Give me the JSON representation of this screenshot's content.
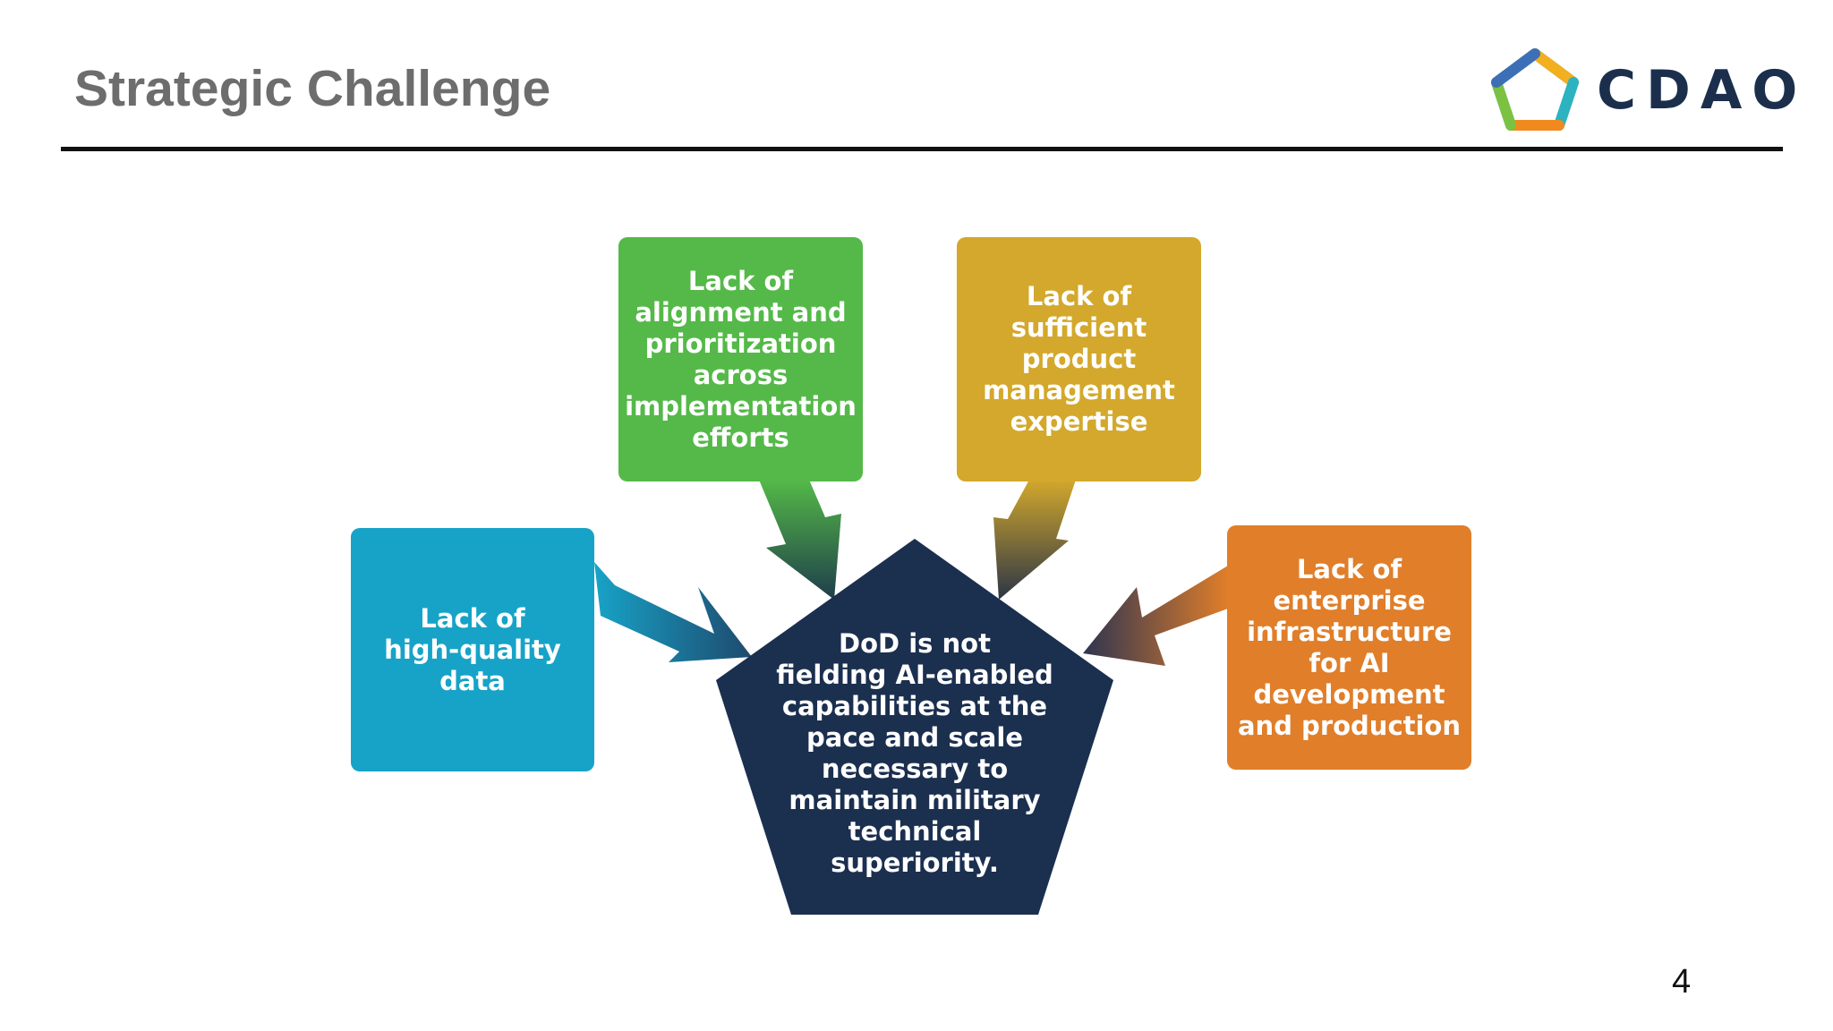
{
  "header": {
    "title": "Strategic Challenge",
    "logo_text": "CDAO"
  },
  "diagram": {
    "center": {
      "text": "DoD is not\nfielding AI-enabled\ncapabilities at the\npace and scale\nnecessary to\nmaintain military\ntechnical\nsuperiority.",
      "color": "#1b2f4f"
    },
    "boxes": [
      {
        "text": "Lack of\nhigh-quality\ndata",
        "color": "#17a3c7"
      },
      {
        "text": "Lack of\nalignment and\nprioritization\nacross\nimplementation\nefforts",
        "color": "#54b948"
      },
      {
        "text": "Lack of\nsufficient\nproduct\nmanagement\nexpertise",
        "color": "#d3a82c"
      },
      {
        "text": "Lack of\nenterprise\ninfrastructure\nfor AI\ndevelopment\nand production",
        "color": "#e07e2a"
      }
    ]
  },
  "footer": {
    "page_number": "4"
  }
}
